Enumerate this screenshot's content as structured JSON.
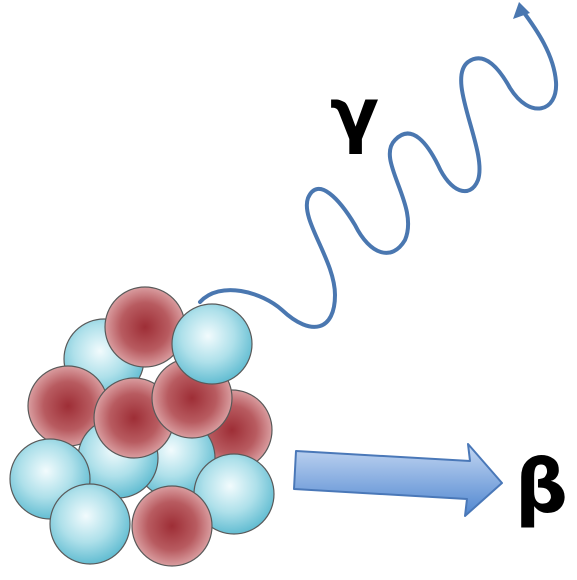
{
  "labels": {
    "gamma": "γ",
    "beta": "β"
  },
  "colors": {
    "proton_center": "#9e2e36",
    "proton_edge": "#e2aeb0",
    "neutron_center": "#f2fbfd",
    "neutron_edge": "#63bdd2",
    "wave_stroke": "#4a77b0",
    "arrow_light": "#c4d7f2",
    "arrow_dark": "#4f86d0",
    "arrow_outline": "#4a78b8"
  },
  "icons": [
    "nucleus-diagram",
    "gamma-wave-arrow",
    "beta-arrow"
  ]
}
